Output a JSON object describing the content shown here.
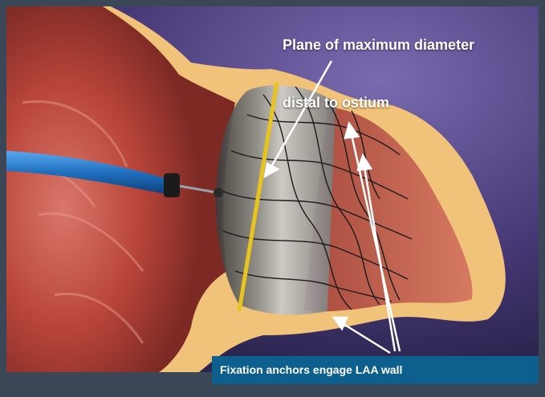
{
  "labels": {
    "top_line_1": "Plane of maximum diameter",
    "top_line_2": "distal to ostium",
    "bottom_caption": "Fixation anchors engage LAA wall"
  },
  "colors": {
    "frame": "#3b4656",
    "caption_band": "#0d5f8e",
    "tissue_wall": "#f1c27a",
    "atrium_tissue": "#b9453a",
    "appendage_lumen": "#5b4a86",
    "catheter": "#1f6fbe",
    "device_ring": "#e8c41c"
  },
  "icons": [
    "catheter",
    "occluder-device",
    "pointer-arrow"
  ]
}
